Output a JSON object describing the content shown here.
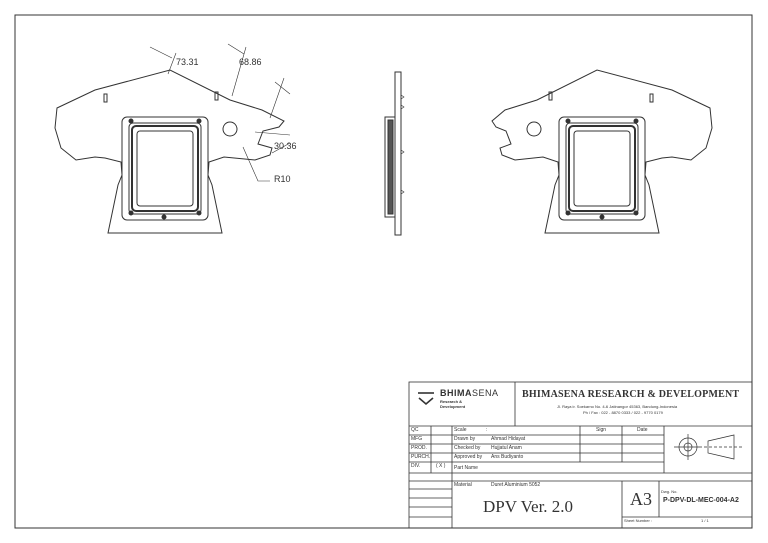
{
  "drawing": {
    "dimensions": [
      {
        "id": "d1",
        "text": "73.31"
      },
      {
        "id": "d2",
        "text": "68.86"
      },
      {
        "id": "d3",
        "text": "30.36"
      },
      {
        "id": "d4",
        "text": "R10"
      }
    ]
  },
  "title_block": {
    "logo_main": "BHIMA",
    "logo_suffix": "SENA",
    "logo_sub1": "Research &",
    "logo_sub2": "Development",
    "company_name": "BHIMASENA RESEARCH & DEVELOPMENT",
    "address": "Jl. Raya ir. Soekarno No. 4-6 Jatinangor 45363, Bandung-Indonesia",
    "phone": "Ph / Fax : 022 - 8870 0333 / 022 - 9770 0179",
    "left_rows": [
      "QC",
      "MFG",
      "PROD.",
      "PURCH.",
      "DIV."
    ],
    "div_value": "( X )",
    "scale_label": "Scale",
    "scale_colon": ":",
    "sign_label": "Sign",
    "date_label": "Date",
    "people": [
      {
        "role": "Drawn by",
        "name": "Ahmad Hidayat"
      },
      {
        "role": "Checked by",
        "name": "Hujjatul Anam"
      },
      {
        "role": "Approved by",
        "name": "Ans Budiyanto"
      }
    ],
    "part_name_label": "Part Name",
    "material_label": "Material",
    "material_value": "Duret Aluminium 5052",
    "title": "DPV Ver. 2.0",
    "size": "A3",
    "dwg_no_label": "Dwg. No.",
    "dwg_no": "P-DPV-DL-MEC-004-A2",
    "sheet_label": "Sheet Number :",
    "sheet_value": "1 / 1"
  }
}
